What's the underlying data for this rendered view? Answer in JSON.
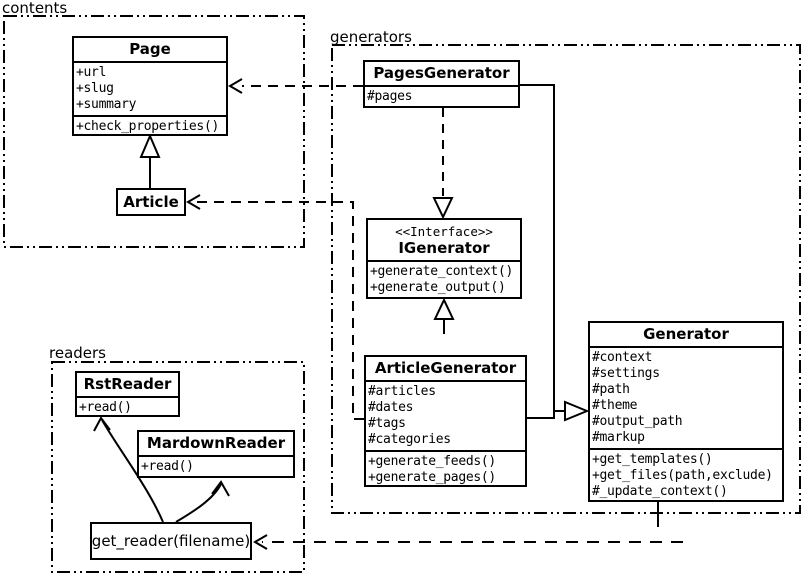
{
  "diagram": {
    "kind": "uml-class-diagram",
    "colors": {
      "line": "#000000",
      "background": "#ffffff",
      "box_fill": "#ffffff"
    }
  },
  "packages": {
    "contents": {
      "label": "contents"
    },
    "generators": {
      "label": "generators"
    },
    "readers": {
      "label": "readers"
    }
  },
  "classes": {
    "page": {
      "name": "Page",
      "attributes": [
        "+url",
        "+slug",
        "+summary"
      ],
      "methods": [
        "+check_properties()"
      ]
    },
    "article": {
      "name": "Article"
    },
    "pages_generator": {
      "name": "PagesGenerator",
      "attributes": [
        "#pages"
      ]
    },
    "igenerator": {
      "stereotype": "<<Interface>>",
      "name": "IGenerator",
      "methods": [
        "+generate_context()",
        "+generate_output()"
      ]
    },
    "article_generator": {
      "name": "ArticleGenerator",
      "attributes": [
        "#articles",
        "#dates",
        "#tags",
        "#categories"
      ],
      "methods": [
        "+generate_feeds()",
        "+generate_pages()"
      ]
    },
    "generator": {
      "name": "Generator",
      "attributes": [
        "#context",
        "#settings",
        "#path",
        "#theme",
        "#output_path",
        "#markup"
      ],
      "methods": [
        "+get_templates()",
        "+get_files(path,exclude)",
        "#_update_context()"
      ]
    },
    "rst_reader": {
      "name": "RstReader",
      "methods": [
        "+read()"
      ]
    },
    "mardown_reader": {
      "name": "MardownReader",
      "methods": [
        "+read()"
      ]
    },
    "get_reader": {
      "label": "get_reader(filename)"
    }
  },
  "relationships": [
    {
      "type": "generalization",
      "from": "Article",
      "to": "Page"
    },
    {
      "type": "dependency",
      "from": "PagesGenerator",
      "to": "Page"
    },
    {
      "type": "dependency",
      "from": "ArticleGenerator",
      "to": "Article"
    },
    {
      "type": "realization",
      "from": "PagesGenerator",
      "to": "IGenerator"
    },
    {
      "type": "generalization",
      "from": "ArticleGenerator",
      "to": "IGenerator"
    },
    {
      "type": "generalization",
      "from": "PagesGenerator",
      "to": "Generator"
    },
    {
      "type": "generalization",
      "from": "ArticleGenerator",
      "to": "Generator"
    },
    {
      "type": "dependency",
      "from": "Generator",
      "to": "get_reader(filename)"
    },
    {
      "type": "arrow",
      "from": "get_reader(filename)",
      "to": "RstReader"
    },
    {
      "type": "arrow",
      "from": "get_reader(filename)",
      "to": "MardownReader"
    }
  ]
}
